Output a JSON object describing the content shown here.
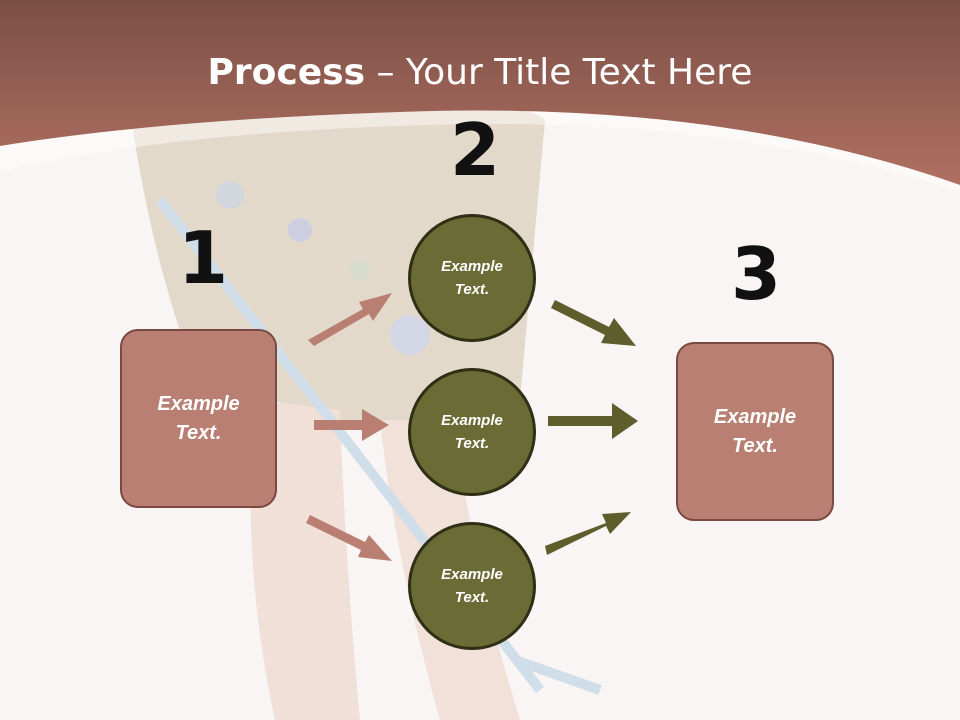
{
  "title": {
    "bold": "Process",
    "rest": " – Your Title Text Here"
  },
  "steps": [
    {
      "number": "1",
      "items": [
        "Example\nText."
      ]
    },
    {
      "number": "2",
      "items": [
        "Example\nText.",
        "Example\nText.",
        "Example\nText."
      ]
    },
    {
      "number": "3",
      "items": [
        "Example\nText."
      ]
    }
  ],
  "colors": {
    "banner": "#a96a5c",
    "box_fill": "#b97f72",
    "circle_fill": "#6b6b35",
    "left_arrow": "#b97f72",
    "right_arrow": "#5e5e2c"
  }
}
